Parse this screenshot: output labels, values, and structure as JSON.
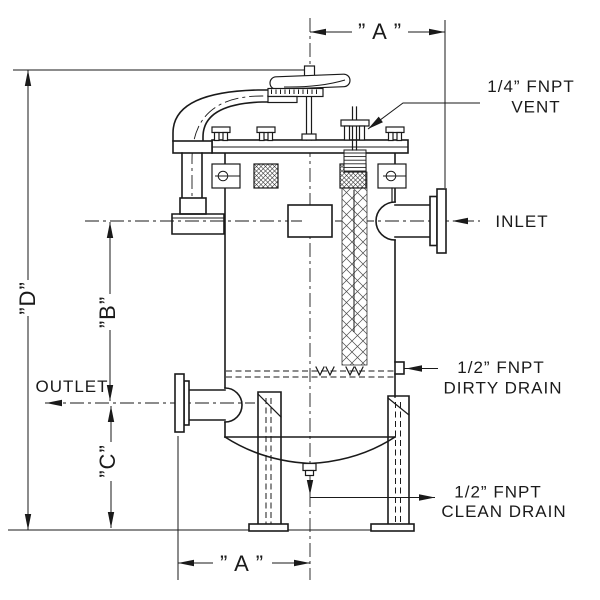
{
  "drawing": {
    "colors": {
      "line": "#1a1a1a",
      "background": "#ffffff"
    },
    "dimensions": {
      "a_top": "” A ”",
      "a_bottom": "” A ”",
      "d": "”D”",
      "b": "”B”",
      "c": "”C”"
    },
    "annotations": {
      "vent_line1": "1/4”  FNPT",
      "vent_line2": "VENT",
      "inlet": "INLET",
      "outlet": "OUTLET",
      "dirty_line1": "1/2”  FNPT",
      "dirty_line2": "DIRTY  DRAIN",
      "clean_line1": "1/2”  FNPT",
      "clean_line2": "CLEAN  DRAIN"
    }
  }
}
